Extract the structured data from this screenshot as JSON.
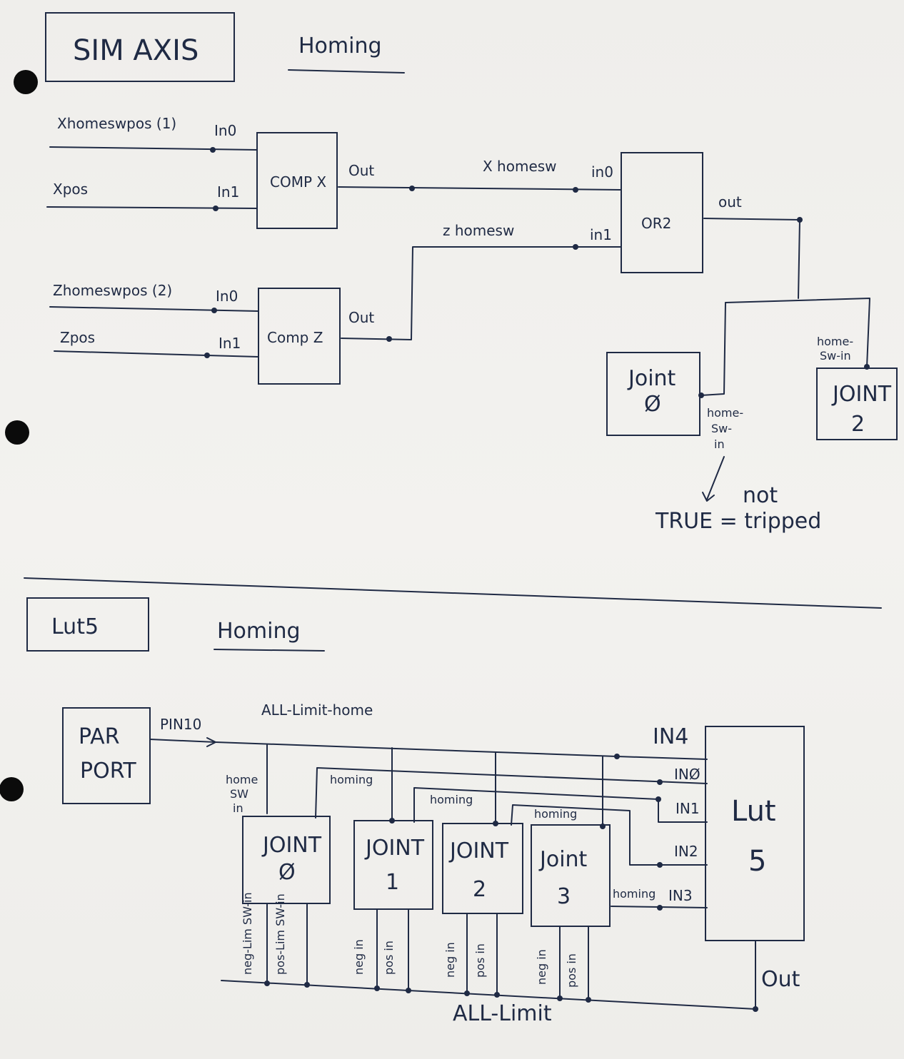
{
  "top": {
    "title": "SIM AXIS",
    "subtitle": "Homing",
    "inputs": {
      "xhomeswpos": "Xhomeswpos (1)",
      "xpos": "Xpos",
      "zhomeswpos": "Zhomeswpos (2)",
      "zpos": "Zpos"
    },
    "pins": {
      "in0": "In0",
      "in1": "In1",
      "out": "Out",
      "or_in0": "in0",
      "or_in1": "in1",
      "or_out": "out"
    },
    "blocks": {
      "compx": "COMP X",
      "compz": "Comp Z",
      "or2": "OR2",
      "joint0_line1": "Joint",
      "joint0_line2": "Ø",
      "joint2_line1": "JOINT",
      "joint2_line2": "2"
    },
    "signals": {
      "xhomesw": "X homesw",
      "zhomesw": "z homesw"
    },
    "homesw_j2_line1": "home-",
    "homesw_j2_line2": "Sw-in",
    "homesw_j0_line1": "home-",
    "homesw_j0_line2": "Sw-",
    "homesw_j0_line3": "in",
    "note_not": "not",
    "note_main": "TRUE = tripped"
  },
  "bottom": {
    "title": "Lut5",
    "subtitle": "Homing",
    "parport_line1": "PAR",
    "parport_line2": "PORT",
    "pin10": "PIN10",
    "signal_top": "ALL-Limit-home",
    "signal_bottom": "ALL-Limit",
    "home_sw_in_line1": "home",
    "home_sw_in_line2": "SW",
    "home_sw_in_line3": "in",
    "homing": "homing",
    "joints": [
      {
        "name": "JOINT",
        "num": "Ø"
      },
      {
        "name": "JOINT",
        "num": "1"
      },
      {
        "name": "JOINT",
        "num": "2"
      },
      {
        "name": "Joint",
        "num": "3"
      }
    ],
    "j0_pins": [
      "neg-Lim SW-in",
      "pos-Lim SW-in"
    ],
    "neg_in": "neg in",
    "pos_in": "pos in",
    "lut_label": "Lut",
    "lut_num": "5",
    "lut_inputs": [
      "IN4",
      "INØ",
      "IN1",
      "IN2",
      "IN3"
    ],
    "lut_out": "Out"
  }
}
